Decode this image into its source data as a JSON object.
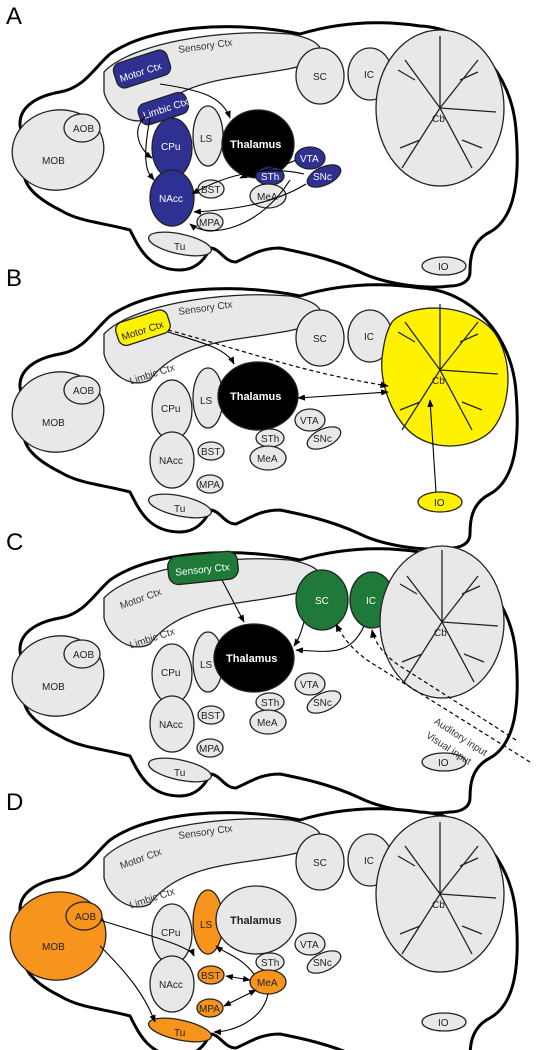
{
  "colors": {
    "background": "#ffffff",
    "default_fill": "#e8e8e8",
    "thalamus_active": "#000000",
    "A": "#2e3192",
    "B": "#fff200",
    "C": "#1f7a3a",
    "D": "#f7941d"
  },
  "labels": {
    "motor_ctx": "Motor Ctx",
    "sensory_ctx": "Sensory Ctx",
    "limbic_ctx": "Limbic Ctx",
    "mob": "MOB",
    "aob": "AOB",
    "cpu": "CPu",
    "ls": "LS",
    "thalamus": "Thalamus",
    "sc": "SC",
    "ic": "IC",
    "cb": "Cb",
    "vta": "VTA",
    "snc": "SNc",
    "sth": "STh",
    "mea": "MeA",
    "bst": "BST",
    "nacc": "NAcc",
    "mpa": "MPA",
    "tu": "Tu",
    "io": "IO",
    "auditory_input": "Auditory input",
    "visual_input": "Visual input"
  },
  "panels": [
    {
      "letter": "A",
      "highlight": [
        "motor_ctx",
        "limbic_ctx",
        "cpu",
        "nacc",
        "sth",
        "vta",
        "snc"
      ],
      "thalamus_black": true
    },
    {
      "letter": "B",
      "highlight": [
        "motor_ctx",
        "cb",
        "io"
      ],
      "thalamus_black": true
    },
    {
      "letter": "C",
      "highlight": [
        "sensory_ctx",
        "sc",
        "ic"
      ],
      "thalamus_black": true
    },
    {
      "letter": "D",
      "highlight": [
        "mob",
        "aob",
        "ls",
        "bst",
        "mea",
        "mpa",
        "tu"
      ],
      "thalamus_black": false
    }
  ]
}
